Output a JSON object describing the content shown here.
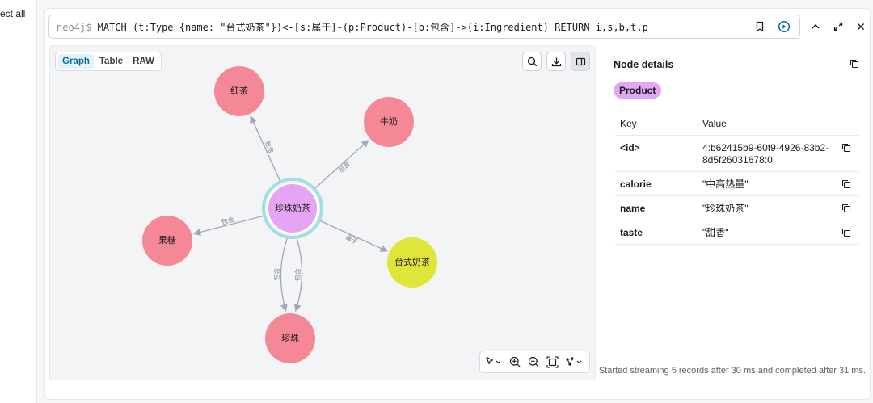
{
  "left_rail": {
    "select_all": "ect all"
  },
  "query": {
    "prompt": "neo4j$",
    "text": "MATCH (t:Type {name: \"台式奶茶\"})<-[s:属于]-(p:Product)-[b:包含]->(i:Ingredient) RETURN i,s,b,t,p"
  },
  "view_tabs": [
    "Graph",
    "Table",
    "RAW"
  ],
  "graph": {
    "nodes": [
      {
        "id": "center",
        "label": "珍珠奶茶",
        "color": "#e5a5f5"
      },
      {
        "id": "hongcha",
        "label": "红茶",
        "color": "#f58896"
      },
      {
        "id": "niunai",
        "label": "牛奶",
        "color": "#f58896"
      },
      {
        "id": "guotang",
        "label": "果糖",
        "color": "#f58896"
      },
      {
        "id": "taishi",
        "label": "台式奶茶",
        "color": "#dfe63a"
      },
      {
        "id": "zhenzhu",
        "label": "珍珠",
        "color": "#f58896"
      }
    ],
    "edges": [
      {
        "from": "center",
        "to": "hongcha",
        "label": "包含"
      },
      {
        "from": "center",
        "to": "niunai",
        "label": "包含"
      },
      {
        "from": "center",
        "to": "guotang",
        "label": "包含"
      },
      {
        "from": "center",
        "to": "taishi",
        "label": "属于"
      },
      {
        "from": "center",
        "to": "zhenzhu",
        "label": "包含"
      },
      {
        "from": "center",
        "to": "zhenzhu",
        "label": "包含"
      }
    ]
  },
  "details": {
    "title": "Node details",
    "label": "Product",
    "head_key": "Key",
    "head_value": "Value",
    "properties": [
      {
        "key": "<id>",
        "value": "4:b62415b9-60f9-4926-83b2-8d5f26031678:0"
      },
      {
        "key": "calorie",
        "value": "\"中高热量\""
      },
      {
        "key": "name",
        "value": "\"珍珠奶茶\""
      },
      {
        "key": "taste",
        "value": "\"甜香\""
      }
    ]
  },
  "status": "Started streaming 5 records after 30 ms and completed after 31 ms.",
  "colors": {
    "accent": "#0a6b99",
    "product": "#e5a5f5",
    "ingredient": "#f58896",
    "type": "#dfe63a",
    "selection_ring": "#9fe0e6"
  },
  "icons": [
    "bookmark-icon",
    "run-icon",
    "collapse-icon",
    "expand-icon",
    "close-icon",
    "search-icon",
    "download-icon",
    "panel-icon",
    "copy-icon",
    "pointer-icon",
    "zoom-in-icon",
    "zoom-out-icon",
    "fit-icon",
    "layout-icon"
  ]
}
